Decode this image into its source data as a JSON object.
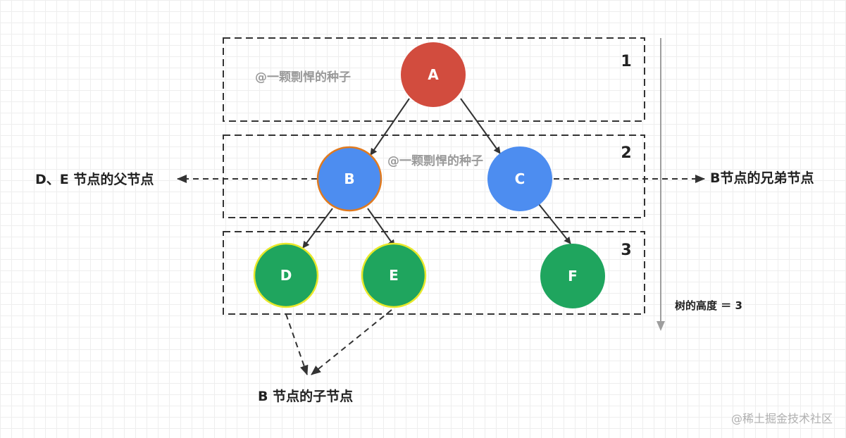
{
  "nodes": {
    "a": "A",
    "b": "B",
    "c": "C",
    "d": "D",
    "e": "E",
    "f": "F"
  },
  "levels": [
    "1",
    "2",
    "3"
  ],
  "annotations": {
    "parent_of_de": "D、E 节点的父节点",
    "sibling_of_b": "B节点的兄弟节点",
    "children_of_b": "B 节点的子节点",
    "tree_height": "树的高度 ＝ 3"
  },
  "watermarks": {
    "top": "@一颗剽悍的种子",
    "middle": "@一颗剽悍的种子"
  },
  "brand": "@稀土掘金技术社区",
  "colors": {
    "root": "#d24c3e",
    "level2": "#4d8df0",
    "level3": "#1fa55e",
    "b_outline": "#e07a1f",
    "de_outline": "#e8e82a"
  }
}
